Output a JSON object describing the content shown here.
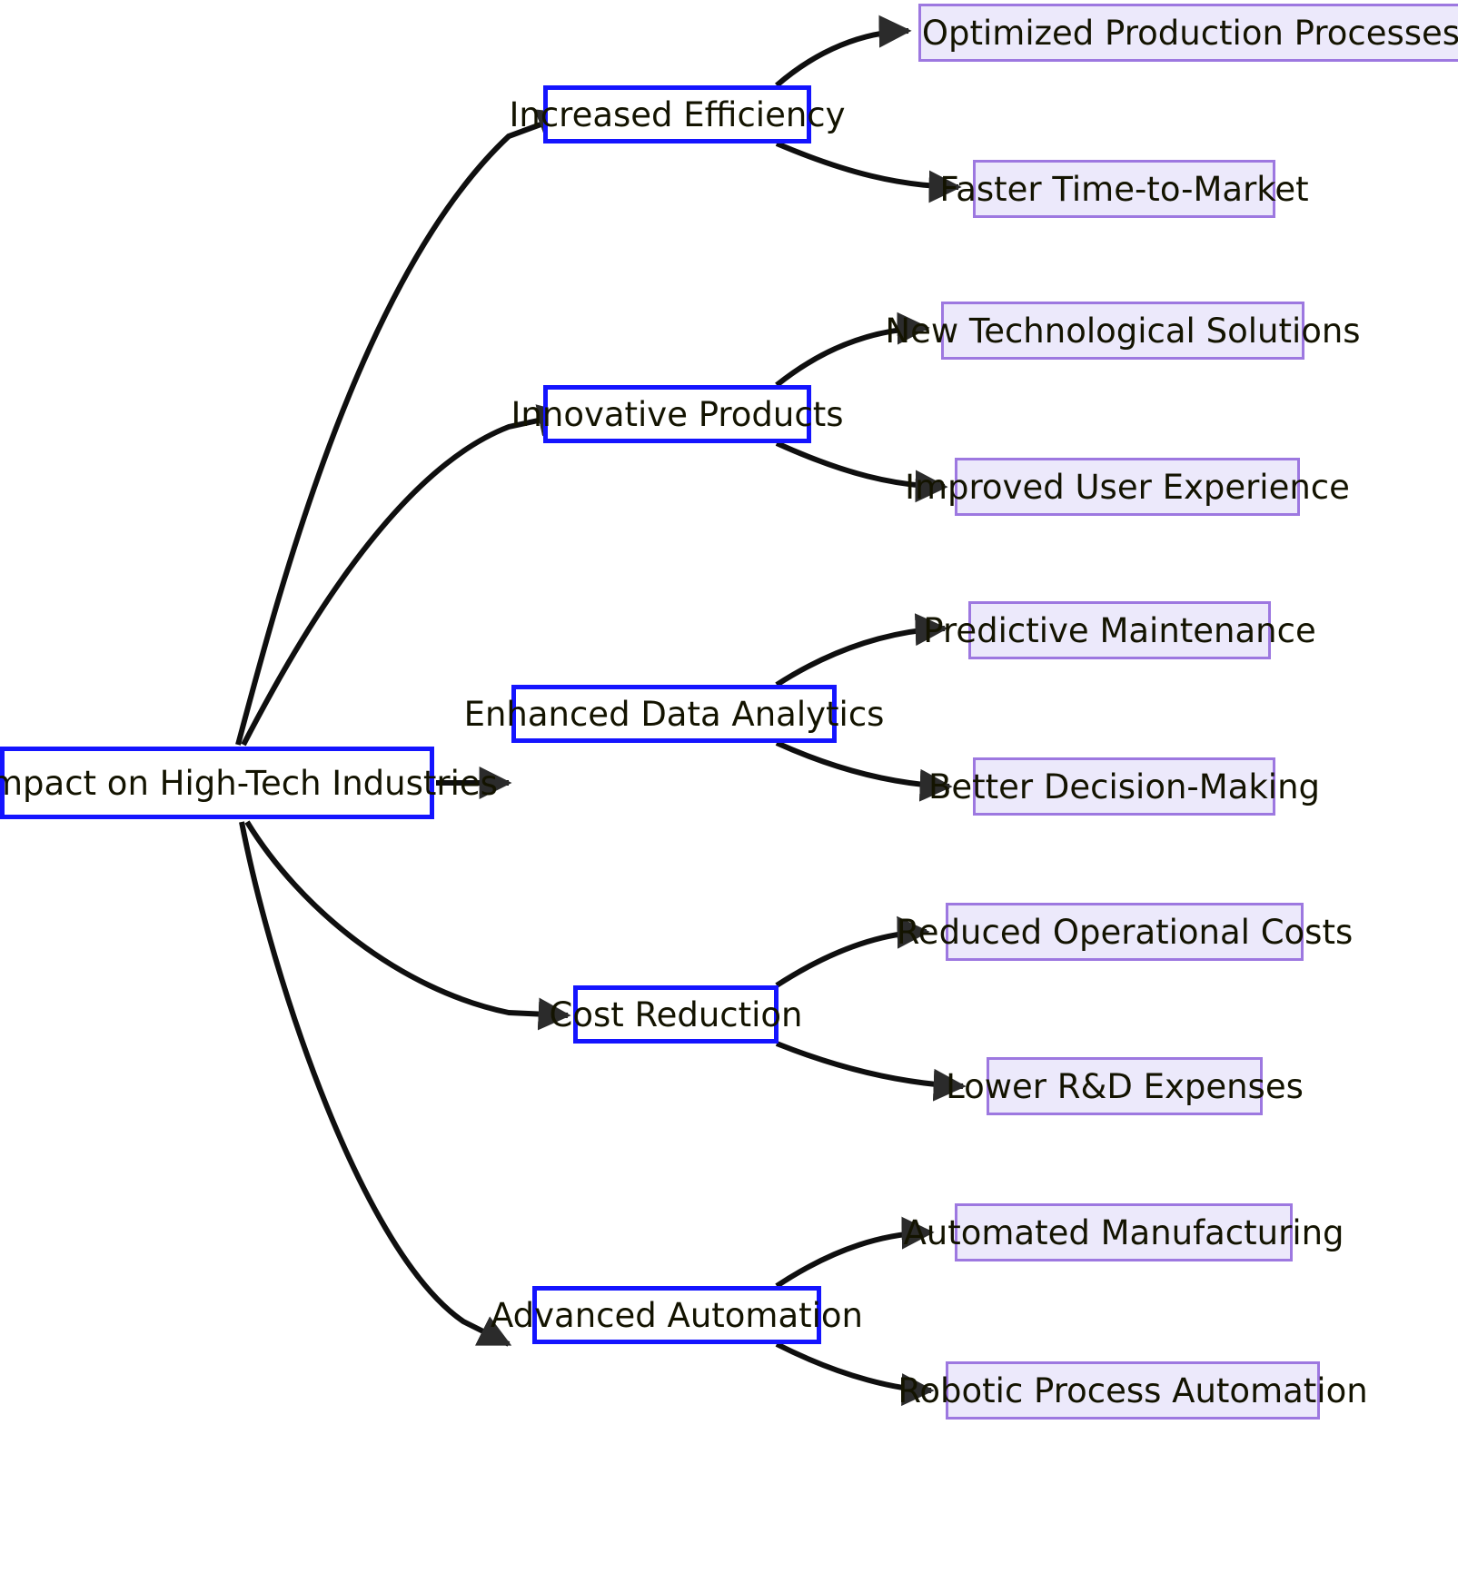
{
  "diagram": {
    "type": "flowchart",
    "direction": "left-to-right",
    "title": "AI Impact on High-Tech Industries",
    "colors": {
      "branch_border": "#1414ff",
      "branch_fill": "#ffffff",
      "leaf_border": "#9d78e0",
      "leaf_fill": "#ece9fb",
      "edge_stroke": "#0f0f0f",
      "text": "#131300",
      "background": "#ffffff"
    },
    "root": {
      "label": "AI Impact on High-Tech Industries"
    },
    "branches": [
      {
        "label": "Increased Efficiency",
        "children": [
          {
            "label": "Optimized Production Processes"
          },
          {
            "label": "Faster Time-to-Market"
          }
        ]
      },
      {
        "label": "Innovative Products",
        "children": [
          {
            "label": "New Technological Solutions"
          },
          {
            "label": "Improved User Experience"
          }
        ]
      },
      {
        "label": "Enhanced Data Analytics",
        "children": [
          {
            "label": "Predictive Maintenance"
          },
          {
            "label": "Better Decision-Making"
          }
        ]
      },
      {
        "label": "Cost Reduction",
        "children": [
          {
            "label": "Reduced Operational Costs"
          },
          {
            "label": "Lower R&D Expenses"
          }
        ]
      },
      {
        "label": "Advanced Automation",
        "children": [
          {
            "label": "Automated Manufacturing"
          },
          {
            "label": "Robotic Process Automation"
          }
        ]
      }
    ]
  }
}
